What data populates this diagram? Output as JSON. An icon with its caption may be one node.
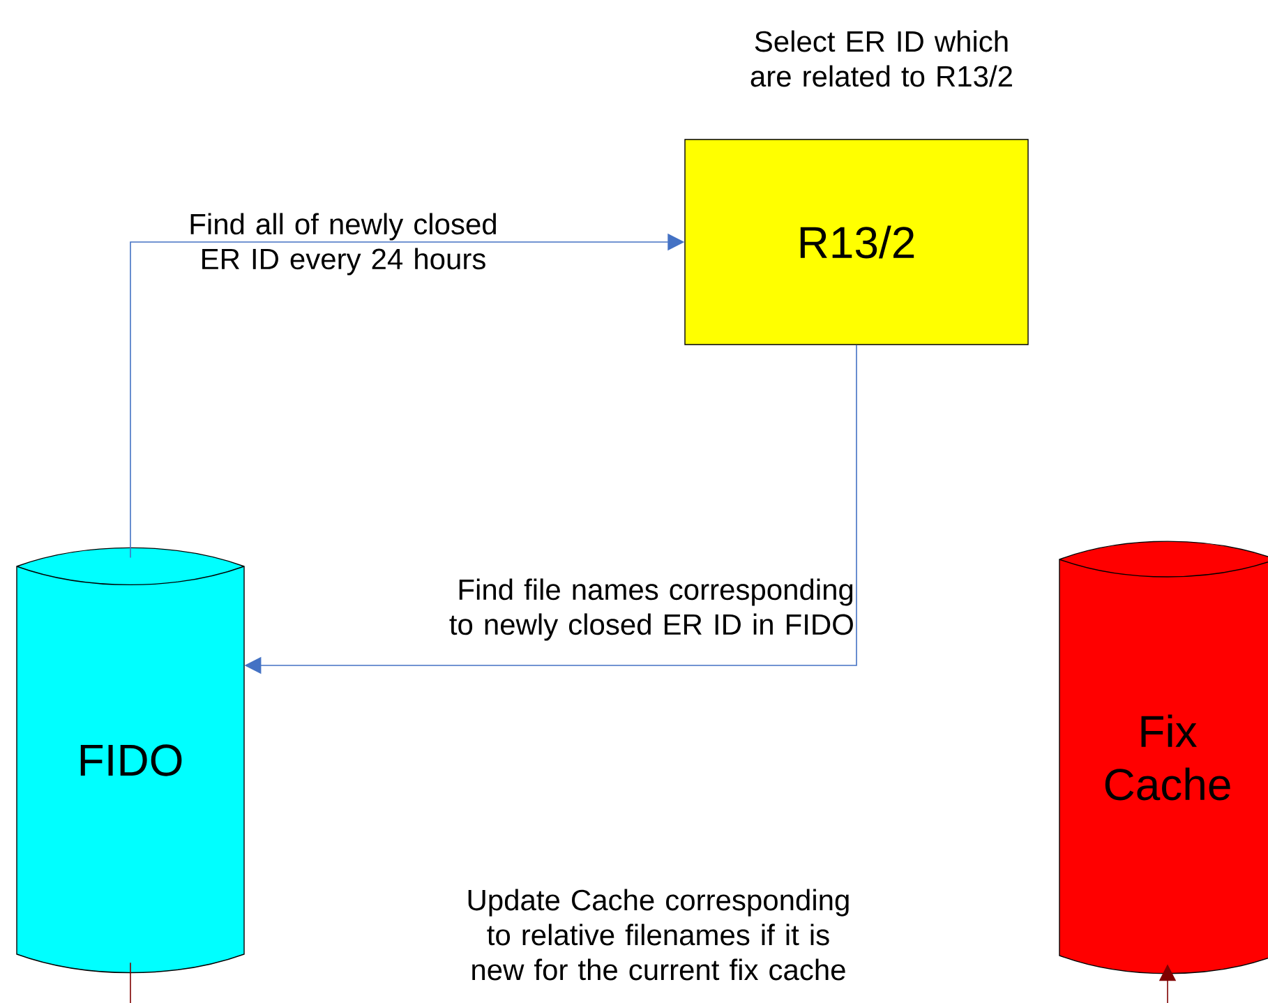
{
  "diagram": {
    "nodes": [
      {
        "text": [
          "FIDO"
        ]
      },
      {
        "text": [
          "R13/2"
        ],
        "beside": [
          "Select ER ID which are related to R13/2"
        ]
      },
      {
        "text": [
          "Fix Cache"
        ]
      }
    ],
    "edges": [
      {
        "from": 0,
        "to": 1,
        "arrow": "to",
        "label": "Find all of newly closed ER ID every 24 hours"
      },
      {
        "from": 1,
        "to": 0,
        "arrow": "to",
        "label": "Find file names corresponding to newly closed ER ID in FIDO"
      },
      {
        "from": 0,
        "to": 2,
        "arrow": "to",
        "label": "Update Cache corresponding to relative filenames if it is new for the current fix cache",
        "color": "#7f0000"
      }
    ]
  }
}
